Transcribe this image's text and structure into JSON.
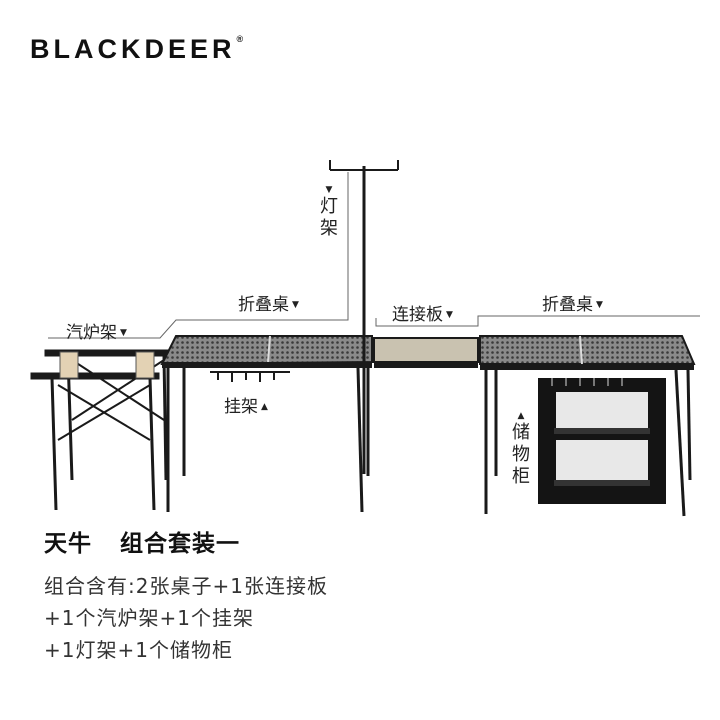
{
  "brand": {
    "name": "BLACKDEER",
    "mark": "®"
  },
  "labels": {
    "lamp_rack": "灯架",
    "stove_rack": "汽炉架",
    "folding_table_left": "折叠桌",
    "connector_board": "连接板",
    "folding_table_right": "折叠桌",
    "hanger_rack": "挂架",
    "storage_cabinet": "储物柜",
    "down_arrow": "▼",
    "up_arrow": "▲"
  },
  "product": {
    "name": "天牛",
    "combo": "组合套装一"
  },
  "description": {
    "line1": "组合含有:2张桌子+1张连接板",
    "line2": "+1个汽炉架+1个挂架",
    "line3": "+1灯架+1个储物柜"
  },
  "colors": {
    "frame": "#1a1a1a",
    "mesh": "#6f6f6f",
    "line": "#555555"
  }
}
